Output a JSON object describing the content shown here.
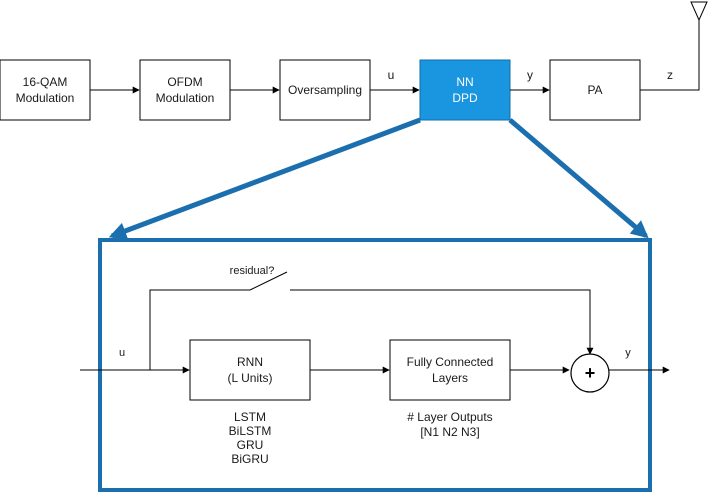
{
  "colors": {
    "accent": "#1a96e0",
    "expansion": "#1b6fae",
    "line": "#000000"
  },
  "chain": {
    "qam_line1": "16-QAM",
    "qam_line2": "Modulation",
    "ofdm_line1": "OFDM",
    "ofdm_line2": "Modulation",
    "oversampling": "Oversampling",
    "dpd_line1": "NN",
    "dpd_line2": "DPD",
    "pa": "PA",
    "signal_u": "u",
    "signal_y": "y",
    "signal_z": "z",
    "antenna_icon": "antenna-icon"
  },
  "detail": {
    "input_u": "u",
    "output_y": "y",
    "residual": "residual?",
    "rnn_line1": "RNN",
    "rnn_line2": "(L Units)",
    "fc_line1": "Fully Connected",
    "fc_line2": "Layers",
    "sum_sign": "+",
    "rnn_types": [
      "LSTM",
      "BiLSTM",
      "GRU",
      "BiGRU"
    ],
    "fc_outputs_line1": "# Layer Outputs",
    "fc_outputs_line2": "[N1 N2 N3]"
  }
}
